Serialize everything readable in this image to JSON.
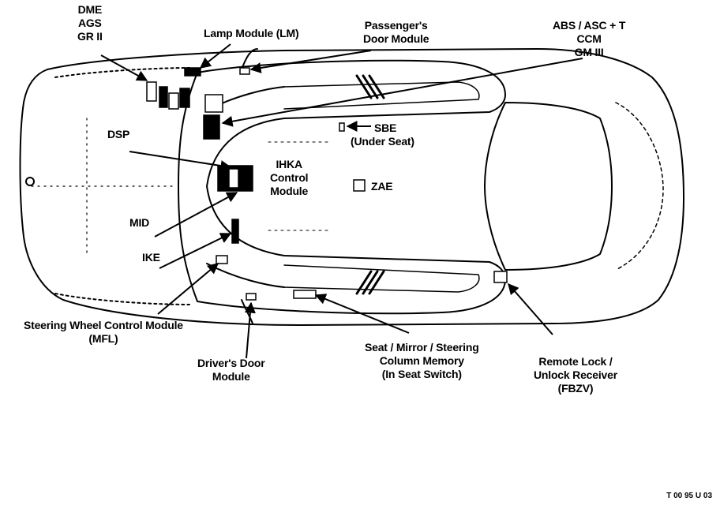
{
  "labels": {
    "dme": [
      "DME",
      "AGS",
      "GR II"
    ],
    "lamp_module": "Lamp Module (LM)",
    "passenger_door": [
      "Passenger's",
      "Door Module"
    ],
    "abs": [
      "ABS / ASC + T",
      "CCM",
      "GM III"
    ],
    "dsp": "DSP",
    "sbe": [
      "SBE",
      "(Under Seat)"
    ],
    "ihka": [
      "IHKA",
      "Control",
      "Module"
    ],
    "zae": "ZAE",
    "mid": "MID",
    "ike": "IKE",
    "mfl": [
      "Steering Wheel Control Module",
      "(MFL)"
    ],
    "driver_door": [
      "Driver's Door",
      "Module"
    ],
    "seat_memory": [
      "Seat / Mirror / Steering",
      "Column Memory",
      "(In Seat Switch)"
    ],
    "remote_lock": [
      "Remote Lock /",
      "Unlock Receiver",
      "(FBZV)"
    ]
  },
  "figure_ref": "T 00 95 U 03"
}
